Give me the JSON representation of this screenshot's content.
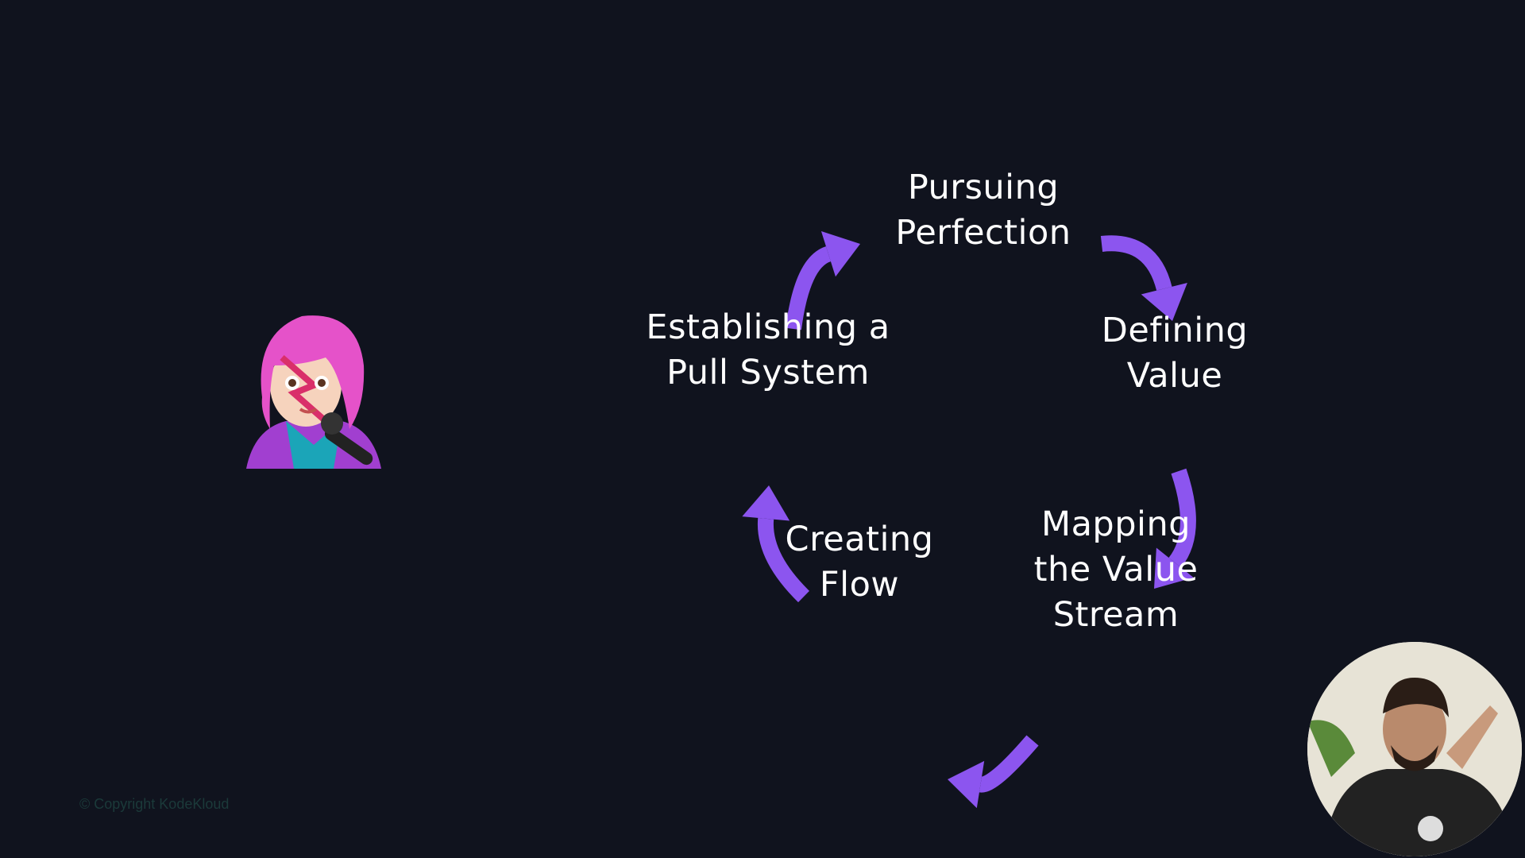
{
  "diagram": {
    "steps": [
      {
        "id": "pursuing-perfection",
        "lines": [
          "Pursuing",
          "Perfection"
        ]
      },
      {
        "id": "defining-value",
        "lines": [
          "Defining",
          "Value"
        ]
      },
      {
        "id": "mapping-value-stream",
        "lines": [
          "Mapping",
          "the Value",
          "Stream"
        ]
      },
      {
        "id": "creating-flow",
        "lines": [
          "Creating",
          "Flow"
        ]
      },
      {
        "id": "establishing-pull",
        "lines": [
          "Establishing a",
          "Pull System"
        ]
      }
    ],
    "arrow_color": "#8c55ef"
  },
  "footer": {
    "copyright": "© Copyright KodeKloud"
  },
  "icons": {
    "presenter_emoji": "singer-emoji",
    "webcam": "presenter-webcam"
  }
}
